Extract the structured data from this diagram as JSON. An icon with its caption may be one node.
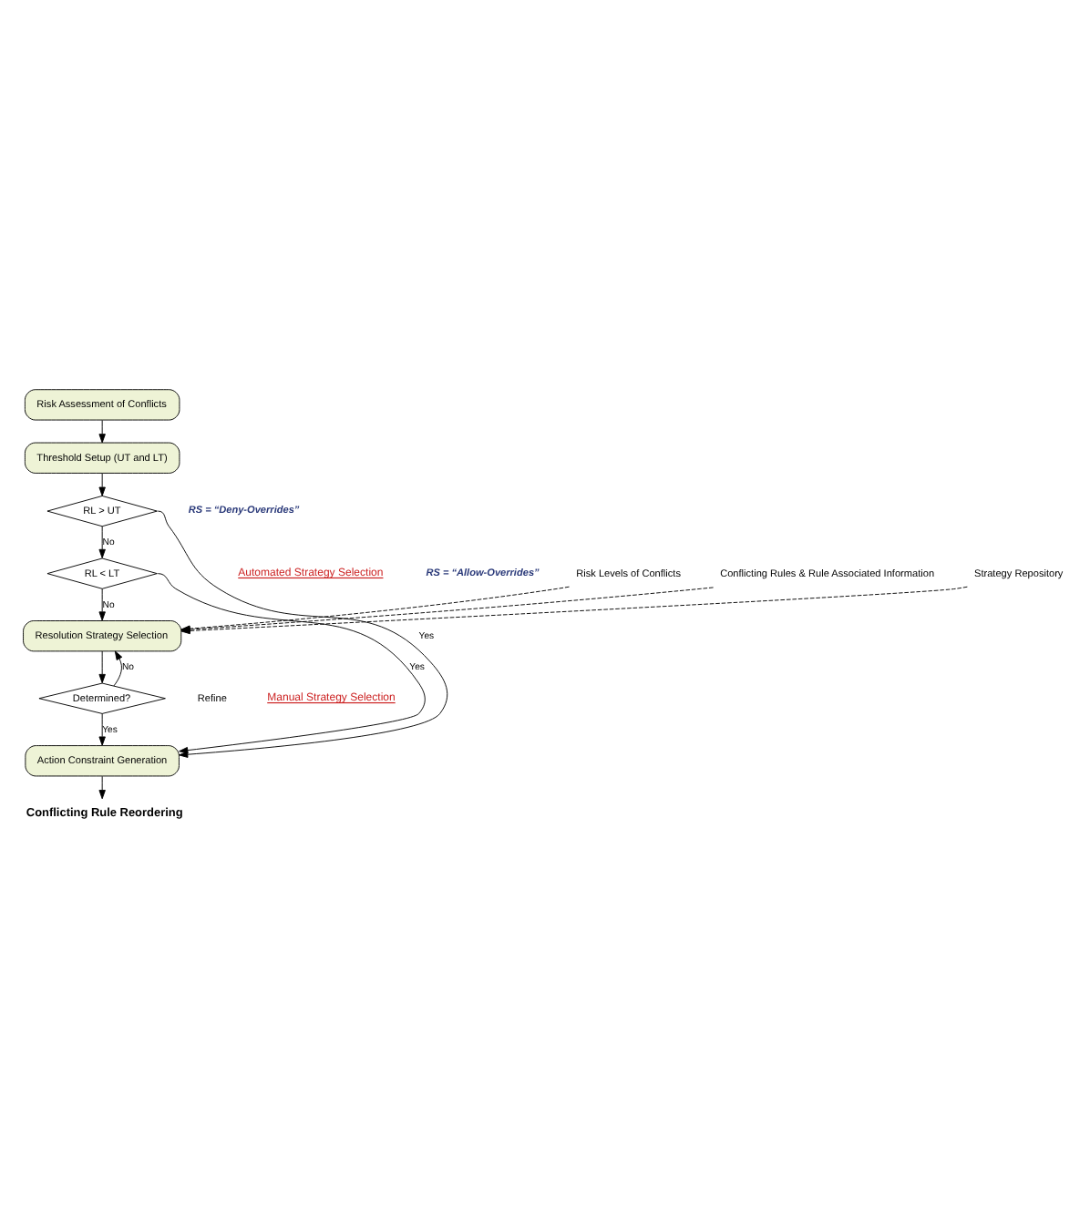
{
  "diagram": {
    "nodes": [
      {
        "text": [
          "Risk Assessment of Conflicts"
        ]
      },
      {
        "text": [
          "Threshold Setup (UT and LT)"
        ]
      },
      {
        "text": [
          "RL > UT"
        ]
      },
      {
        "text": [
          "RL < LT"
        ]
      },
      {
        "text": [
          "Risk Levels of Conflicts"
        ]
      },
      {
        "text": [
          "Conflicting Rules & Rule Associated Information"
        ]
      },
      {
        "text": [
          "Strategy Repository"
        ]
      },
      {
        "text": [
          "Resolution Strategy Selection"
        ]
      },
      {
        "text": [
          "Determined?"
        ]
      },
      {
        "text": [
          "Action Constraint Generation"
        ]
      },
      {
        "text": [
          "Conflicting Rule Reordering"
        ]
      }
    ],
    "edges": [
      {
        "from": 0,
        "to": 1,
        "arrow": "to"
      },
      {
        "from": 1,
        "to": 2,
        "arrow": "to"
      },
      {
        "from": 2,
        "to": 3,
        "arrow": "to",
        "label": "No"
      },
      {
        "from": 2,
        "to": 9,
        "arrow": "to",
        "label": "Yes"
      },
      {
        "from": 3,
        "to": 9,
        "arrow": "to",
        "label": "Yes"
      },
      {
        "from": 3,
        "to": 7,
        "arrow": "to",
        "label": "No"
      },
      {
        "from": 4,
        "to": 7,
        "arrow": "to",
        "style": "dashed"
      },
      {
        "from": 5,
        "to": 7,
        "arrow": "to",
        "style": "dashed"
      },
      {
        "from": 6,
        "to": 7,
        "arrow": "to",
        "style": "dashed"
      },
      {
        "from": 7,
        "to": 8,
        "arrow": "to"
      },
      {
        "from": 8,
        "to": 7,
        "arrow": "to",
        "label": "No"
      },
      {
        "from": 8,
        "to": 9,
        "arrow": "to",
        "label": "Yes"
      },
      {
        "from": 9,
        "to": 10,
        "arrow": "to"
      }
    ],
    "labels": [
      "RS = “Deny-Overrides”",
      "Automated Strategy Selection",
      "RS = “Allow-Overrides”",
      "Refine",
      "Manual Strategy Selection"
    ]
  }
}
